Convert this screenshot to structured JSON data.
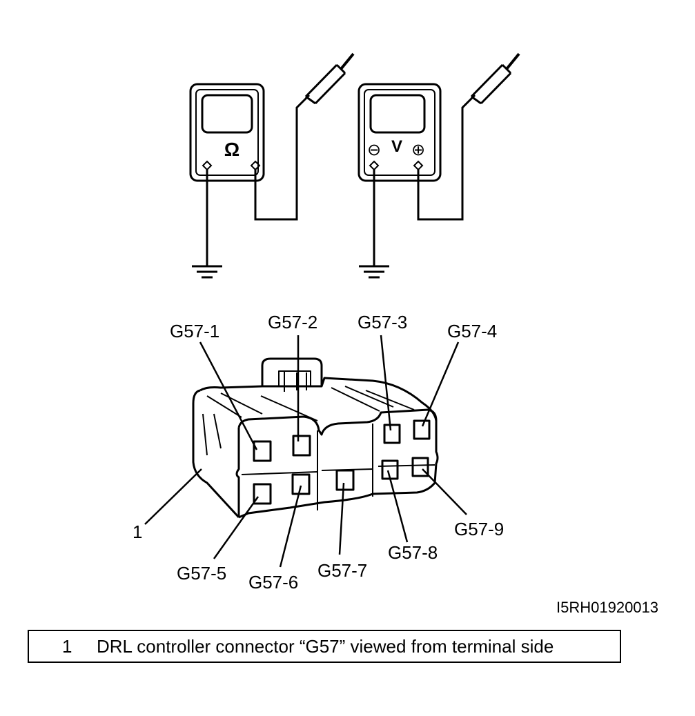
{
  "meters": {
    "ohmmeter": {
      "symbol": "Ω"
    },
    "voltmeter": {
      "symbol": "V",
      "neg": "⊖",
      "pos": "⊕"
    }
  },
  "labels": {
    "pin1": "G57-1",
    "pin2": "G57-2",
    "pin3": "G57-3",
    "pin4": "G57-4",
    "pin5": "G57-5",
    "pin6": "G57-6",
    "pin7": "G57-7",
    "pin8": "G57-8",
    "pin9": "G57-9",
    "callout1": "1"
  },
  "figure_code": "I5RH01920013",
  "legend": {
    "number": "1",
    "text": "DRL controller connector “G57” viewed from terminal side"
  }
}
